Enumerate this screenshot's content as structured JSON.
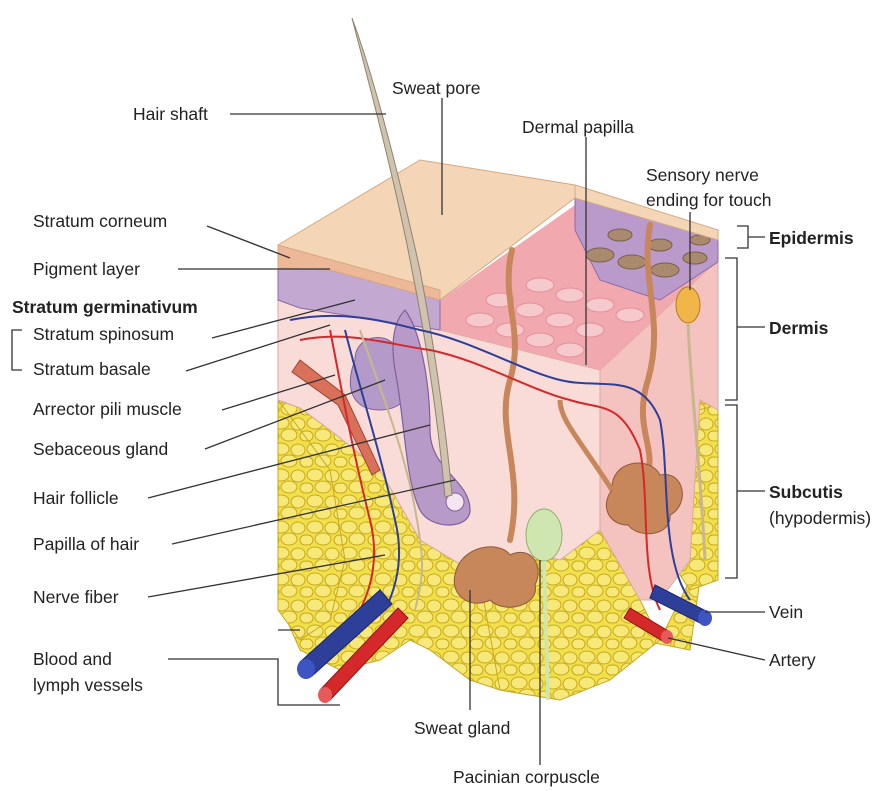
{
  "labels": {
    "hair_shaft": "Hair shaft",
    "sweat_pore": "Sweat pore",
    "dermal_papilla": "Dermal papilla",
    "sensory_nerve_line1": "Sensory nerve",
    "sensory_nerve_line2": "ending for touch",
    "stratum_corneum": "Stratum corneum",
    "pigment_layer": "Pigment layer",
    "stratum_germinativum": "Stratum germinativum",
    "stratum_spinosum": "Stratum spinosum",
    "stratum_basale": "Stratum basale",
    "arrector_pili": "Arrector pili muscle",
    "sebaceous_gland": "Sebaceous gland",
    "hair_follicle": "Hair follicle",
    "papilla_of_hair": "Papilla of hair",
    "nerve_fiber": "Nerve fiber",
    "blood_lymph_line1": "Blood and",
    "blood_lymph_line2": "lymph vessels",
    "sweat_gland": "Sweat gland",
    "pacinian": "Pacinian corpuscle",
    "epidermis": "Epidermis",
    "dermis": "Dermis",
    "subcutis": "Subcutis",
    "hypodermis": "(hypodermis)",
    "vein": "Vein",
    "artery": "Artery"
  },
  "colors": {
    "epidermis_top": "#f2d2b0",
    "epidermis_side": "#e9a98c",
    "pigment": "#a98bb8",
    "dermis": "#f4c3c0",
    "dermis_light": "#f9dcd8",
    "fat": "#f2e04a",
    "fat_outline": "#c9a81e",
    "hair": "#d9cdb8",
    "follicle": "#b89ac8",
    "sweat_gland": "#c8875a",
    "artery": "#d4282a",
    "vein": "#2e3f9a",
    "leader": "#333333"
  }
}
